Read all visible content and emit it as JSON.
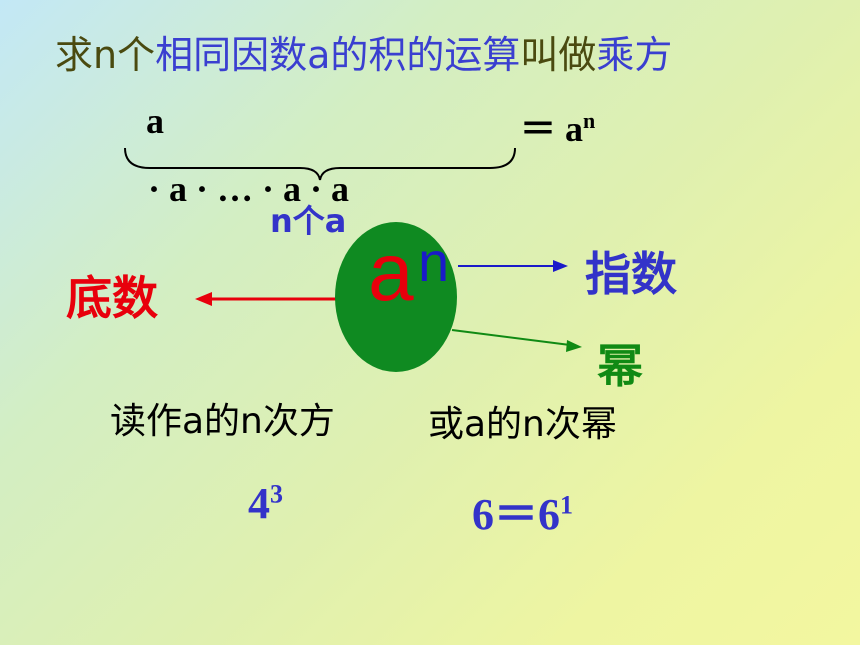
{
  "title": {
    "part1": "求n个",
    "part2": "相同因数a的积的运算",
    "part3": "叫做",
    "part4": "乘方"
  },
  "formula": {
    "top_a": "a",
    "product": "· a ·  … · a · a",
    "equals": "＝",
    "result_base": "a",
    "result_exp": "n",
    "brace_label": "n个a"
  },
  "power": {
    "base": "a",
    "exponent": "n"
  },
  "labels": {
    "base_name": "底数",
    "exponent_name": "指数",
    "power_name": "幂"
  },
  "reading": {
    "read1": "读作a的n次方",
    "read2": "或a的n次幂"
  },
  "examples": {
    "ex1_base": "4",
    "ex1_exp": "3",
    "ex2_left": "6＝6",
    "ex2_exp": "1"
  },
  "colors": {
    "title_olive": "#4a4a10",
    "title_blue": "#3a3fd0",
    "red": "#e8000c",
    "blue": "#3333c9",
    "green": "#108a14",
    "circle": "#0f8a21"
  }
}
